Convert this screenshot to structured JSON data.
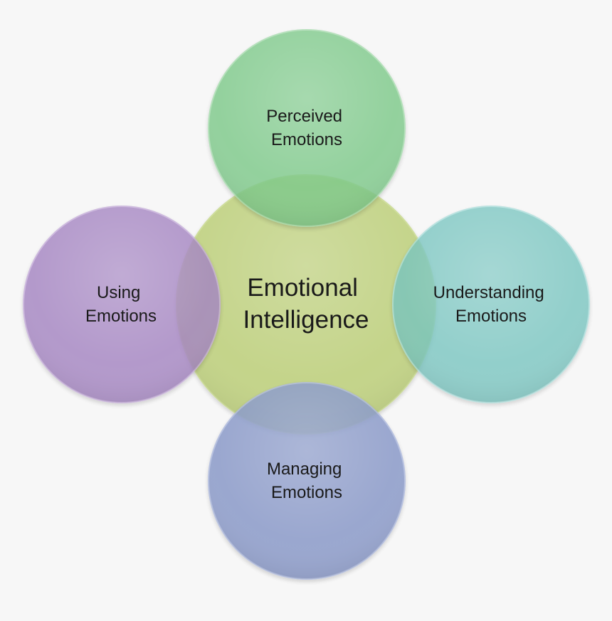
{
  "diagram": {
    "center": {
      "line1": "Emotional",
      "line2": "Intelligence",
      "color": "#bccf77"
    },
    "nodes": [
      {
        "id": "perceived",
        "line1": "Perceived",
        "line2": "Emotions",
        "color": "#7ec98a"
      },
      {
        "id": "using",
        "line1": "Using",
        "line2": "Emotions",
        "color": "#a585c2"
      },
      {
        "id": "understanding",
        "line1": "Understanding",
        "line2": "Emotions",
        "color": "#76c4bf"
      },
      {
        "id": "managing",
        "line1": "Managing",
        "line2": "Emotions",
        "color": "#8a9ac9"
      }
    ]
  }
}
